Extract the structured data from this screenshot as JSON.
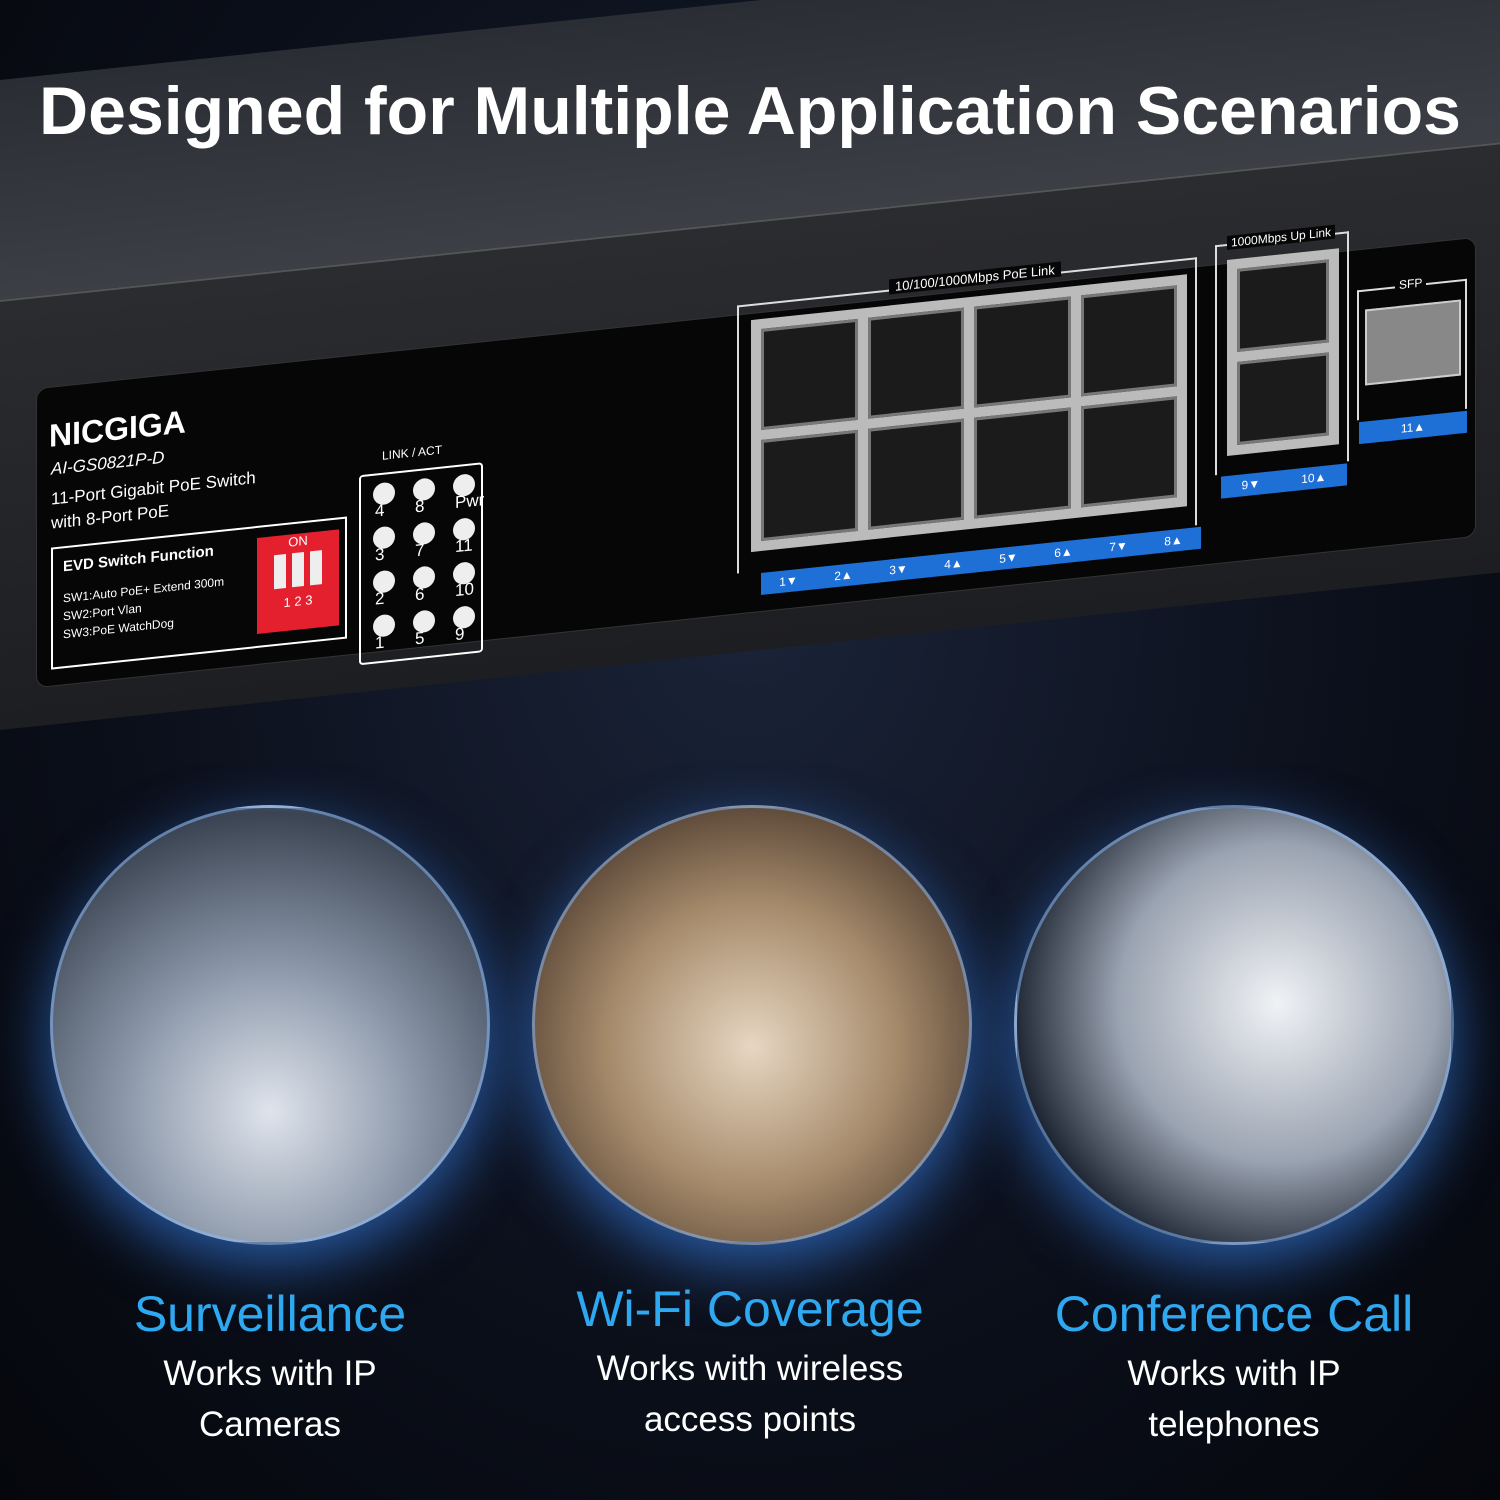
{
  "title": "Designed for Multiple Application Scenarios",
  "device": {
    "brand": "NICGIGA",
    "model": "AI-GS0821P-D",
    "desc1": "11-Port Gigabit PoE Switch",
    "desc2": "with 8-Port PoE",
    "evd_title": "EVD Switch Function",
    "sw1": "SW1:Auto PoE+ Extend 300m",
    "sw2": "SW2:Port Vlan",
    "sw3": "SW3:PoE WatchDog",
    "dip_on": "ON",
    "dip_nums": "1 2 3",
    "led_label": "LINK / ACT",
    "led_cols": [
      [
        "4",
        "3",
        "2",
        "1"
      ],
      [
        "8",
        "7",
        "6",
        "5"
      ],
      [
        "Pwr",
        "11",
        "10",
        "9"
      ]
    ],
    "poe_label": "10/100/1000Mbps PoE Link",
    "poe_ports": [
      "1▼",
      "2▲",
      "3▼",
      "4▲",
      "5▼",
      "6▲",
      "7▼",
      "8▲"
    ],
    "uplink_label": "1000Mbps Up Link",
    "uplink_ports": [
      "9▼",
      "10▲"
    ],
    "sfp_label": "SFP",
    "sfp_port": "11▲"
  },
  "scenarios": [
    {
      "title": "Surveillance",
      "line1": "Works with IP",
      "line2": "Cameras"
    },
    {
      "title": "Wi-Fi Coverage",
      "line1": "Works with wireless",
      "line2": "access points"
    },
    {
      "title": "Conference Call",
      "line1": "Works with IP",
      "line2": "telephones"
    }
  ]
}
